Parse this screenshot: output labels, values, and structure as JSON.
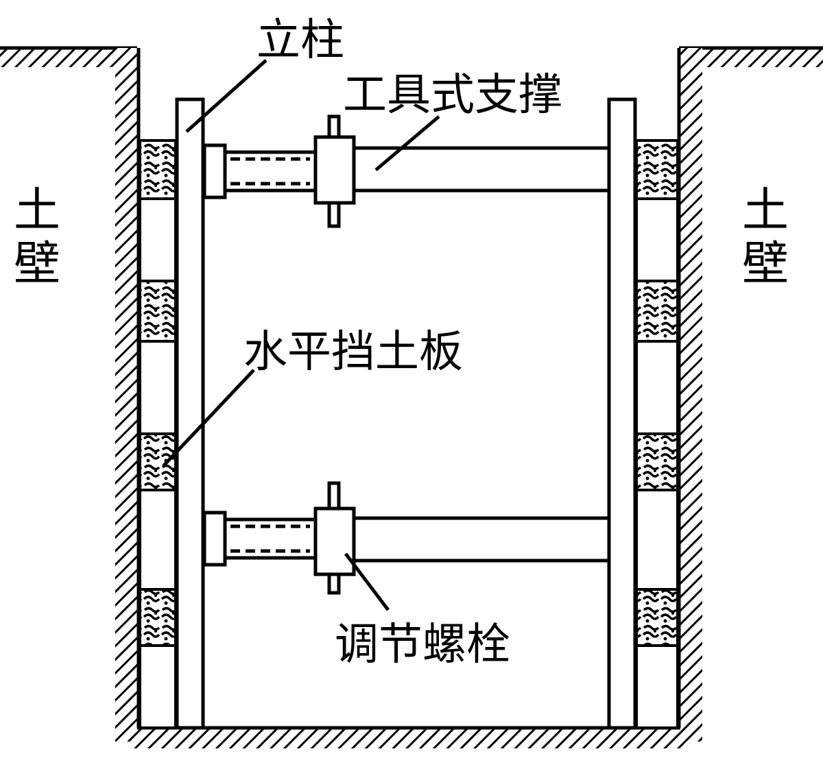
{
  "labels": {
    "post": "立柱",
    "tool_strut": "工具式支撑",
    "soil_wall_left": [
      "土",
      "壁"
    ],
    "soil_wall_right": [
      "土",
      "壁"
    ],
    "horizontal_board": "水平挡土板",
    "adjust_bolt": "调节螺栓"
  },
  "colors": {
    "line": "#000000",
    "background": "#ffffff"
  }
}
